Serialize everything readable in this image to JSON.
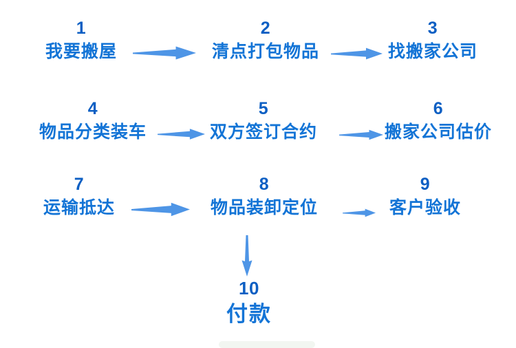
{
  "title": "moving-house-process-flowchart",
  "colors": {
    "number": "#0d5fc3",
    "label": "#1374d6",
    "arrow": "#4e95e6",
    "background": "#ffffff"
  },
  "steps": [
    {
      "number": "1",
      "label": "我要搬屋"
    },
    {
      "number": "2",
      "label": "清点打包物品"
    },
    {
      "number": "3",
      "label": "找搬家公司"
    },
    {
      "number": "4",
      "label": "物品分类装车"
    },
    {
      "number": "5",
      "label": "双方签订合约"
    },
    {
      "number": "6",
      "label": "搬家公司估价"
    },
    {
      "number": "7",
      "label": "运输抵达"
    },
    {
      "number": "8",
      "label": "物品装卸定位"
    },
    {
      "number": "9",
      "label": "客户验收"
    },
    {
      "number": "10",
      "label": "付款"
    }
  ],
  "connections": [
    {
      "from": "1",
      "to": "2",
      "direction": "right"
    },
    {
      "from": "2",
      "to": "3",
      "direction": "right"
    },
    {
      "from": "4",
      "to": "5",
      "direction": "right"
    },
    {
      "from": "5",
      "to": "6",
      "direction": "right"
    },
    {
      "from": "7",
      "to": "8",
      "direction": "right"
    },
    {
      "from": "8",
      "to": "9",
      "direction": "right"
    },
    {
      "from": "8",
      "to": "10",
      "direction": "down"
    }
  ]
}
